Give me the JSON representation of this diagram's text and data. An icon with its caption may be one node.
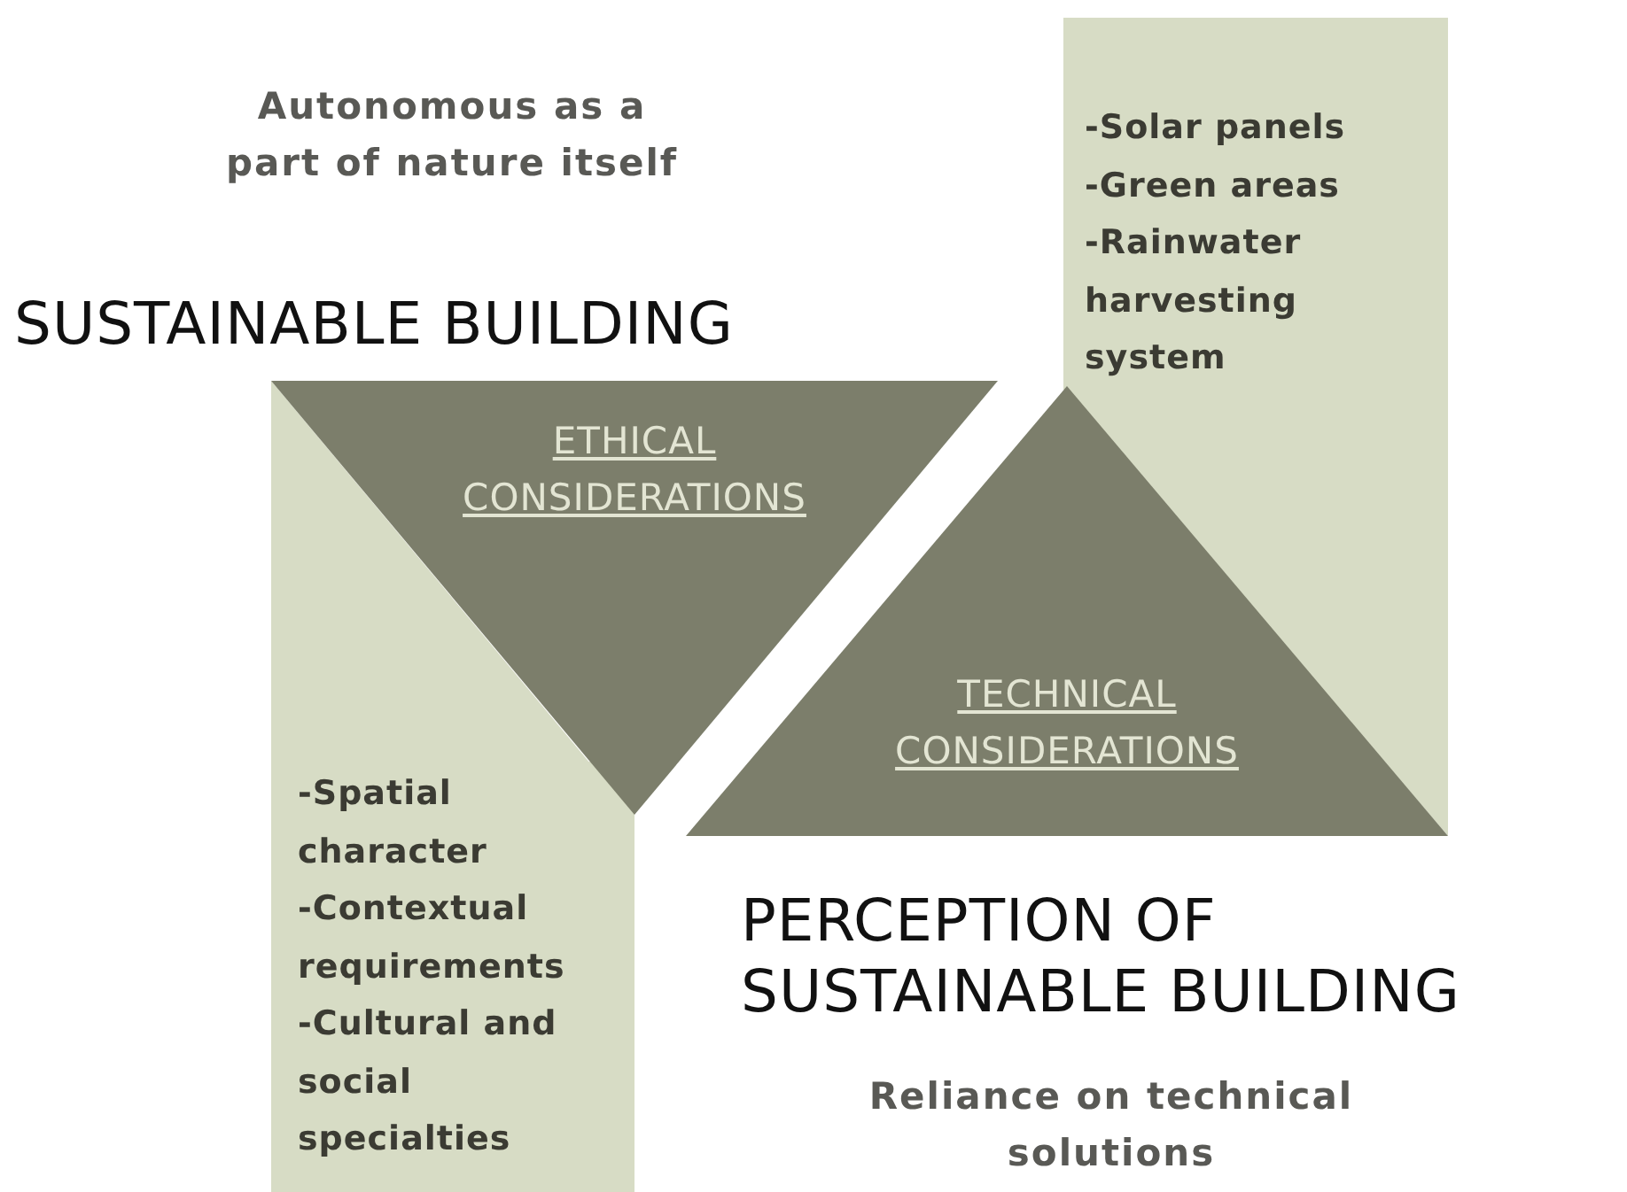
{
  "diagram": {
    "nodes": [
      {
        "text": [
          "-Solar panels",
          "-Green areas",
          "-Rainwater harvesting system"
        ]
      },
      {
        "text": [
          "ETHICAL CONSIDERATIONS"
        ]
      },
      {
        "text": [
          "TECHNICAL CONSIDERATIONS"
        ]
      },
      {
        "text": [
          "-Spatial character",
          "-Contextual requirements",
          "-Cultural and social specialties"
        ]
      }
    ],
    "labels": [
      "Autonomous as a part of nature itself",
      "SUSTAINABLE BUILDING",
      "PERCEPTION OF SUSTAINABLE BUILDING",
      "Reliance on technical solutions"
    ]
  }
}
